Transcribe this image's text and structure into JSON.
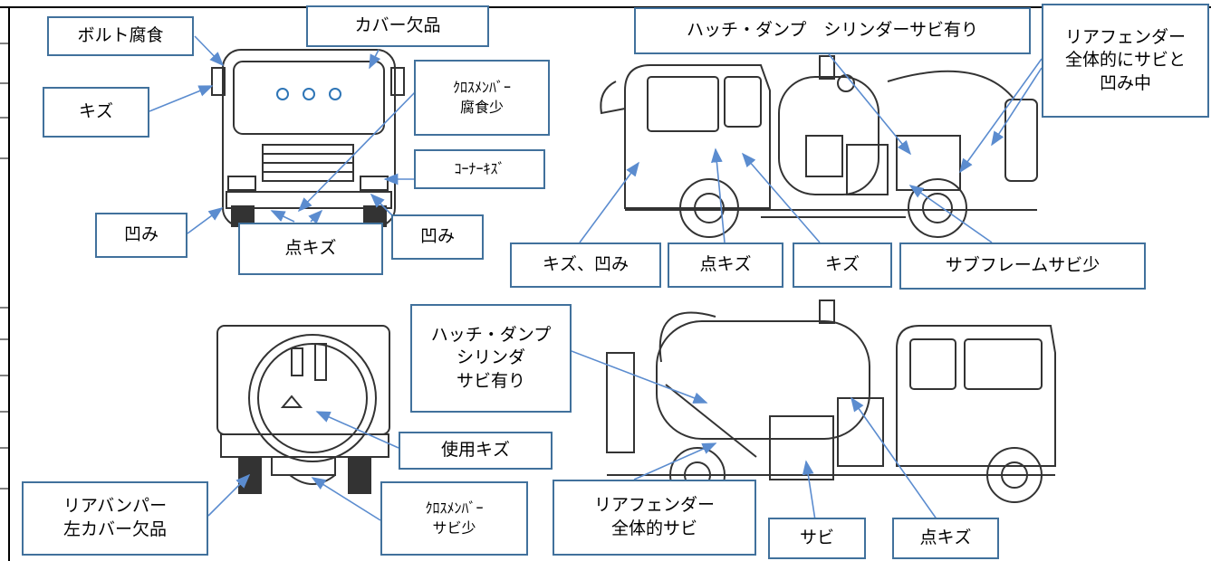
{
  "labels": {
    "bolt_corrosion": "ボルト腐食",
    "cover_missing": "カバー欠品",
    "scratch_front": "キズ",
    "crossmember_front": "ｸﾛｽﾒﾝﾊﾞｰ\n腐食少",
    "corner_scratch": "ｺｰﾅｰｷｽﾞ",
    "dent_left": "凹み",
    "dent_right": "凹み",
    "spot_scratch_front": "点キズ",
    "hatch_damper_top": "ハッチ・ダンプ　シリンダーサビ有り",
    "rear_fender_top": "リアフェンダー\n全体的にサビと\n凹み中",
    "scratch_dent": "キズ、凹み",
    "spot_scratch_side": "点キズ",
    "scratch_side": "キズ",
    "subframe_rust": "サブフレームサビ少",
    "hatch_damper_bottom": "ハッチ・ダンプ\nシリンダ\nサビ有り",
    "use_scratch": "使用キズ",
    "rear_bumper": "リアバンパー\n左カバー欠品",
    "crossmember_rear": "ｸﾛｽﾒﾝﾊﾞｰ\nサビ少",
    "rear_fender_bottom": "リアフェンダー\n全体的サビ",
    "rust": "サビ",
    "spot_scratch_bottom": "点キズ"
  },
  "colors": {
    "box_border": "#41719c",
    "arrow": "#5b8ccf",
    "drawing": "#333333"
  }
}
